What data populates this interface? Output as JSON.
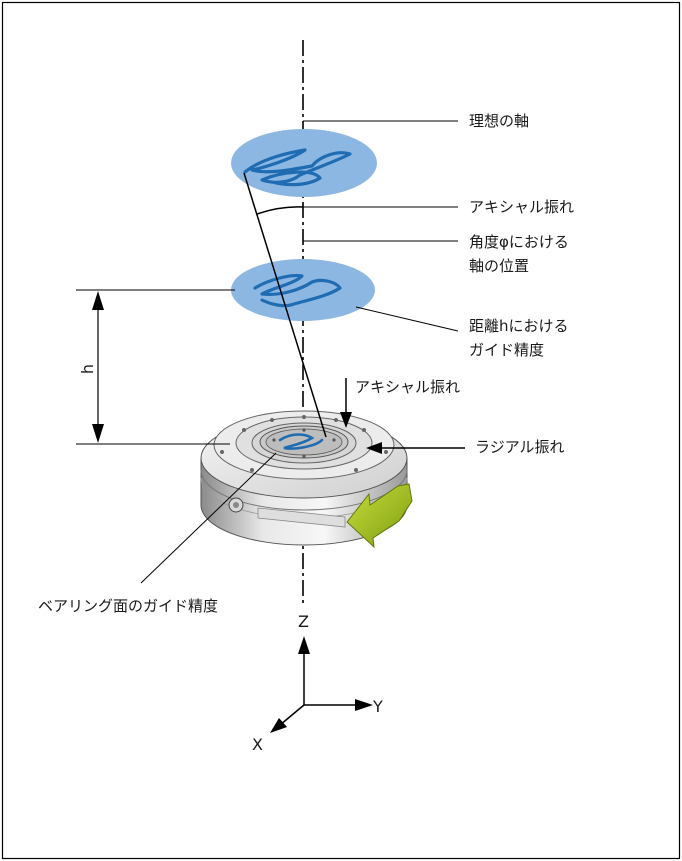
{
  "labels": {
    "ideal_axis": "理想の軸",
    "axial_runout_upper": "アキシャル振れ",
    "axis_position_line1": "角度φにおける",
    "axis_position_line2": "軸の位置",
    "guide_accuracy_line1": "距離hにおける",
    "guide_accuracy_line2": "ガイド精度",
    "axial_runout_lower": "アキシャル振れ",
    "radial_runout": "ラジアル振れ",
    "bearing_guide_accuracy": "ベアリング面のガイド精度",
    "distance_h": "h"
  },
  "axes": {
    "z": "Z",
    "y": "Y",
    "x": "X"
  },
  "colors": {
    "ellipse_fill": "#8db7e3",
    "trace": "#1f6cb3",
    "arrow_fill": "#a2c21c",
    "line": "#000000"
  }
}
